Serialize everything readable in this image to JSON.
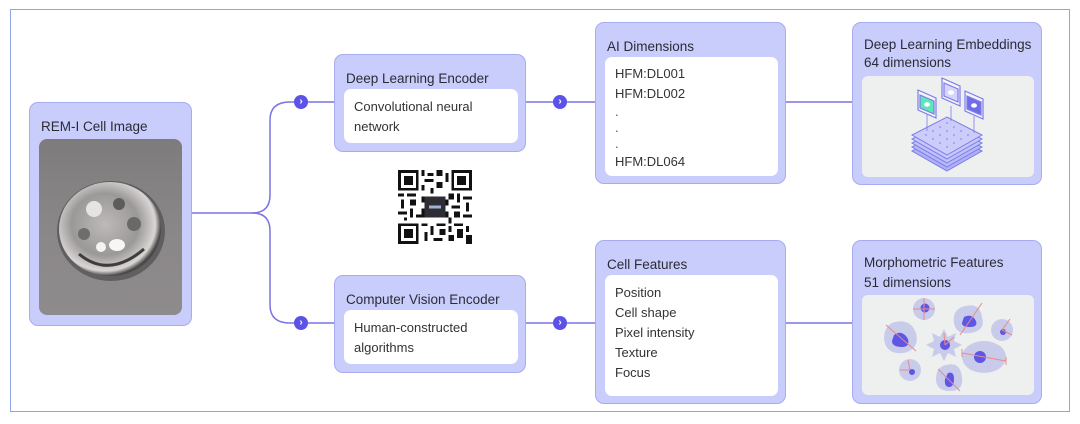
{
  "diagram": {
    "input": {
      "title": "REM-I Cell Image",
      "image": "cell-microscopy-image"
    },
    "encoders": [
      {
        "title": "Deep Learning Encoder",
        "description": "Convolutional neural network"
      },
      {
        "title": "Computer Vision Encoder",
        "description": "Human-constructed algorithms"
      }
    ],
    "feature_sets": [
      {
        "title": "AI Dimensions",
        "items": [
          "HFM:DL001",
          "HFM:DL002",
          ".",
          ".",
          ".",
          "HFM:DL064"
        ]
      },
      {
        "title": "Cell Features",
        "items": [
          "Position",
          "Cell shape",
          "Pixel intensity",
          "Texture",
          "Focus"
        ]
      }
    ],
    "outputs": [
      {
        "title": "Deep Learning Embeddings",
        "subtitle": "64 dimensions",
        "illustration": "stacked-embedding-layers"
      },
      {
        "title": "Morphometric Features",
        "subtitle": "51 dimensions",
        "illustration": "measured-cell-shapes"
      }
    ],
    "connector_icon": "chevron-right-icon",
    "qr_code": "qr-code"
  },
  "colors": {
    "node_fill": "#c9cdfb",
    "node_border": "#a7abf2",
    "connector": "#7a73e6",
    "arrow_dot": "#5c52e8",
    "frame_border": "#8fa6e6",
    "accent_green": "#5ee6b8"
  }
}
